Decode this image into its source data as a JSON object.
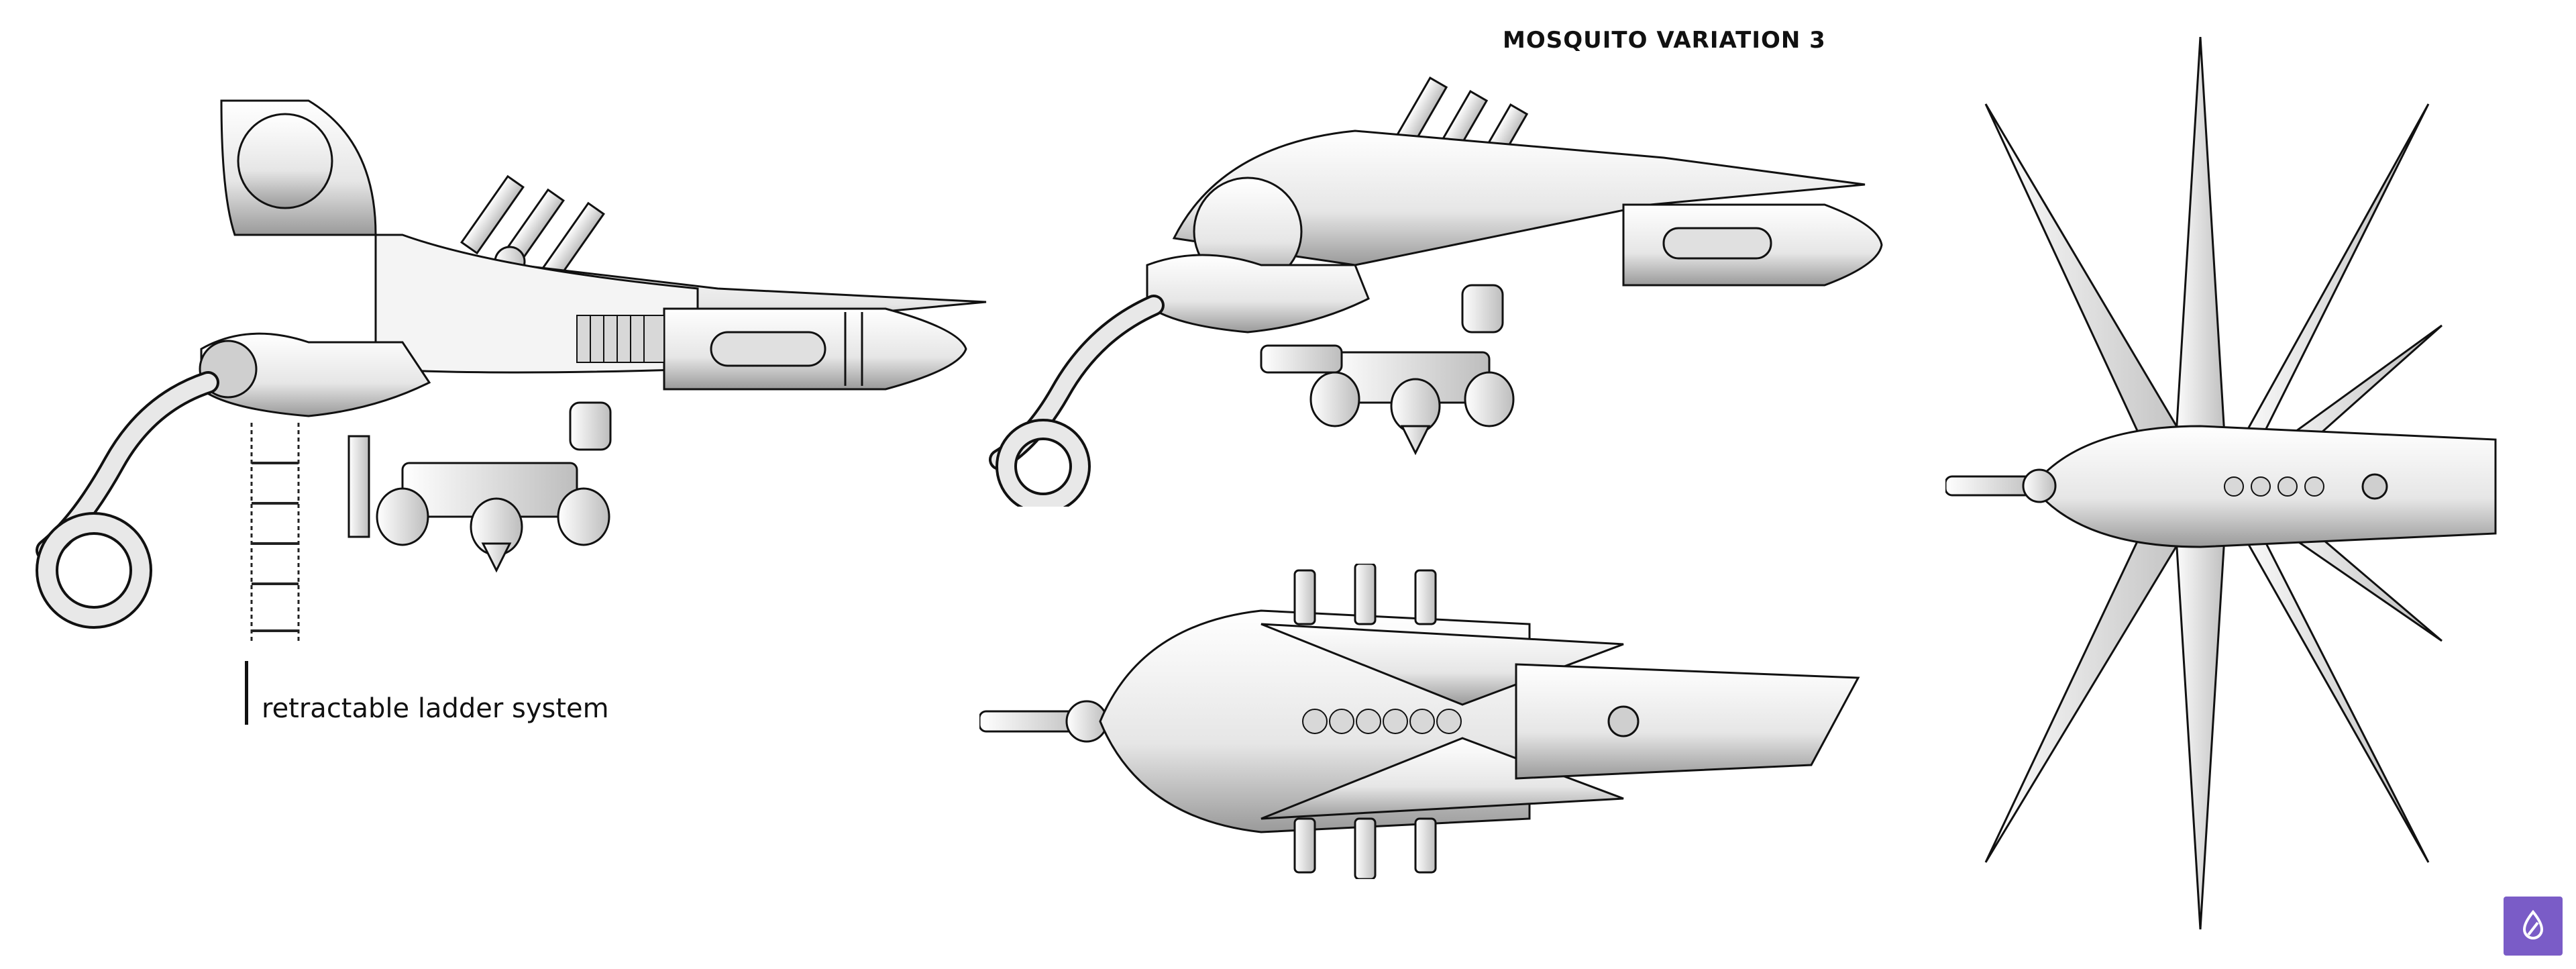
{
  "sheet": {
    "title": "MOSQUITO VARIATION 3",
    "annotation": "retractable ladder system"
  },
  "views": {
    "side_open": "side-view-cockpit-open",
    "side_closed": "side-view-cockpit-closed",
    "top": "top-view-fuselage",
    "legs": "top-view-legs-deployed"
  },
  "colors": {
    "background": "#ffffff",
    "ink": "#111111",
    "shade_light": "#f2f2f2",
    "shade_mid": "#cfcfcf",
    "shade_dark": "#8a8a8a",
    "badge": "#7a5cc7"
  },
  "icons": {
    "logo": "droplet-logo-icon"
  }
}
